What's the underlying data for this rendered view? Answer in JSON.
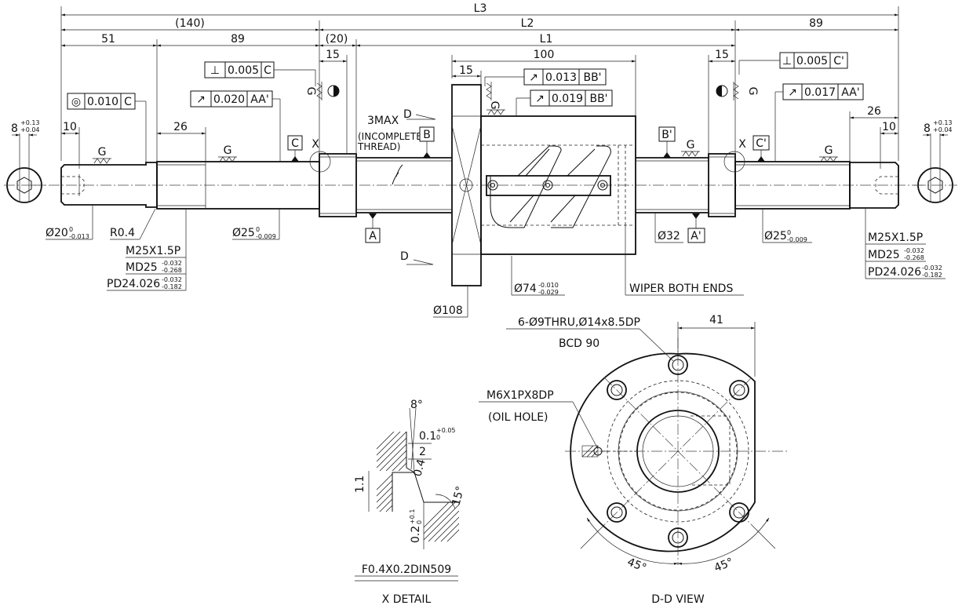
{
  "dims": {
    "L3": "L3",
    "p140": "(140)",
    "L2": "L2",
    "d51": "51",
    "d89a": "89",
    "p20": "(20)",
    "L1": "L1",
    "d89b": "89",
    "d15a": "15",
    "d100": "100",
    "d15b": "15",
    "d15c": "15",
    "d10a": "10",
    "d26a": "26",
    "d26b": "26",
    "d10b": "10",
    "d3max": "3MAX",
    "incomplete1": "(INCOMPLETE",
    "incomplete2": "THREAD)",
    "d41": "41"
  },
  "tolerances": {
    "left_shaft": {
      "main": "8",
      "up": "+0.13",
      "lo": "+0.04"
    },
    "right_shaft": {
      "main": "8",
      "up": "+0.13",
      "lo": "+0.04"
    },
    "dia20": {
      "main": "Ø20",
      "up": "0",
      "lo": "-0.013"
    },
    "dia25a": {
      "main": "Ø25",
      "up": "0",
      "lo": "-0.009"
    },
    "dia25b": {
      "main": "Ø25",
      "up": "0",
      "lo": "-0.009"
    },
    "dia74": {
      "main": "Ø74",
      "up": "-0.010",
      "lo": "-0.029"
    },
    "md_left": {
      "main": "MD25",
      "up": "-0.032",
      "lo": "-0.268"
    },
    "pd_left": {
      "main": "PD24.026",
      "up": "-0.032",
      "lo": "-0.182"
    },
    "md_right": {
      "main": "MD25",
      "up": "-0.032",
      "lo": "-0.268"
    },
    "pd_right": {
      "main": "PD24.026",
      "up": "-0.032",
      "lo": "-0.182"
    },
    "xdet_01": {
      "main": "0.1",
      "up": "+0.05",
      "lo": "0"
    },
    "xdet_02": {
      "main": "0.2",
      "up": "+0.1",
      "lo": "0"
    }
  },
  "gdt": {
    "perp_c": {
      "sym": "⊥",
      "val": "0.005",
      "ref": "C"
    },
    "perp_c2": {
      "sym": "⊥",
      "val": "0.005",
      "ref": "C'"
    },
    "runout_bb": {
      "sym": "↗",
      "val": "0.013",
      "ref": "BB'"
    },
    "runout_bb2": {
      "sym": "↗",
      "val": "0.019",
      "ref": "BB'"
    },
    "conc_c": {
      "sym": "◎",
      "val": "0.010",
      "ref": "C"
    },
    "runout_aa": {
      "sym": "↗",
      "val": "0.020",
      "ref": "AA'"
    },
    "runout_aa2": {
      "sym": "↗",
      "val": "0.017",
      "ref": "AA'"
    }
  },
  "datums": {
    "A": "A",
    "A2": "A'",
    "B": "B",
    "B2": "B'",
    "C": "C",
    "C2": "C'"
  },
  "labels": {
    "g": "G",
    "x": "X",
    "d": "D",
    "r04": "R0.4",
    "m25_left": "M25X1.5P",
    "m25_right": "M25X1.5P",
    "dia32": "Ø32",
    "dia108": "Ø108",
    "wiper": "WIPER BOTH ENDS",
    "holes": "6-Ø9THRU,Ø14x8.5DP",
    "bcd": "BCD 90",
    "m6": "M6X1PX8DP",
    "oil": "(OIL HOLE)",
    "deg8": "8°",
    "d2": "2",
    "d11": "1.1",
    "d04": "0.4",
    "deg15": "15°",
    "f04": "F0.4X0.2DIN509",
    "xdetail": "X DETAIL",
    "ddview": "D-D VIEW",
    "deg45a": "45°",
    "deg45b": "45°"
  }
}
